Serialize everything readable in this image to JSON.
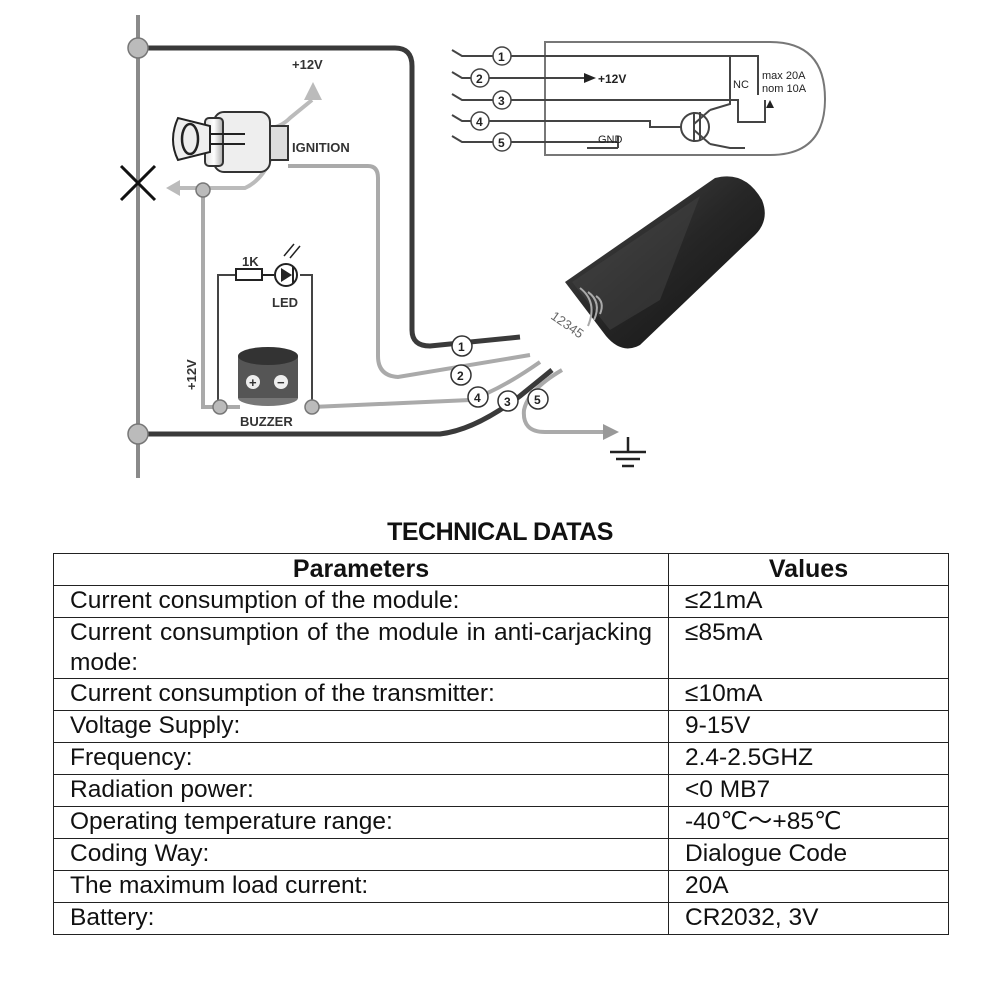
{
  "diagram": {
    "labels": {
      "plus12v_top": "+12V",
      "ignition": "IGNITION",
      "resistor": "1K",
      "led": "LED",
      "plus12v_side": "+12V",
      "buzzer": "BUZZER",
      "buzzer_plus": "+",
      "buzzer_minus": "−",
      "inset_12v": "+12V",
      "inset_gnd": "GND",
      "inset_nc": "NC",
      "inset_max": "max 20A",
      "inset_nom": "nom 10A",
      "module_pins": "12345"
    },
    "pins": [
      "1",
      "2",
      "3",
      "4",
      "5"
    ]
  },
  "table": {
    "title": "TECHNICAL DATAS",
    "headers": [
      "Parameters",
      "Values"
    ],
    "rows": [
      {
        "param": "Current consumption of the module:",
        "value": "≤21mA"
      },
      {
        "param": "Current consumption of the module in anti-carjacking mode:",
        "value": "≤85mA"
      },
      {
        "param": "Current consumption of the transmitter:",
        "value": "≤10mA"
      },
      {
        "param": "Voltage Supply:",
        "value": "9-15V"
      },
      {
        "param": "Frequency:",
        "value": "2.4-2.5GHZ"
      },
      {
        "param": "Radiation power:",
        "value": "<0 MB7"
      },
      {
        "param": "Operating temperature range:",
        "value": "-40℃～+85℃"
      },
      {
        "param": "Coding Way:",
        "value": "Dialogue Code"
      },
      {
        "param": "The maximum load current:",
        "value": "20A"
      },
      {
        "param": "Battery:",
        "value": "CR2032, 3V"
      }
    ]
  }
}
